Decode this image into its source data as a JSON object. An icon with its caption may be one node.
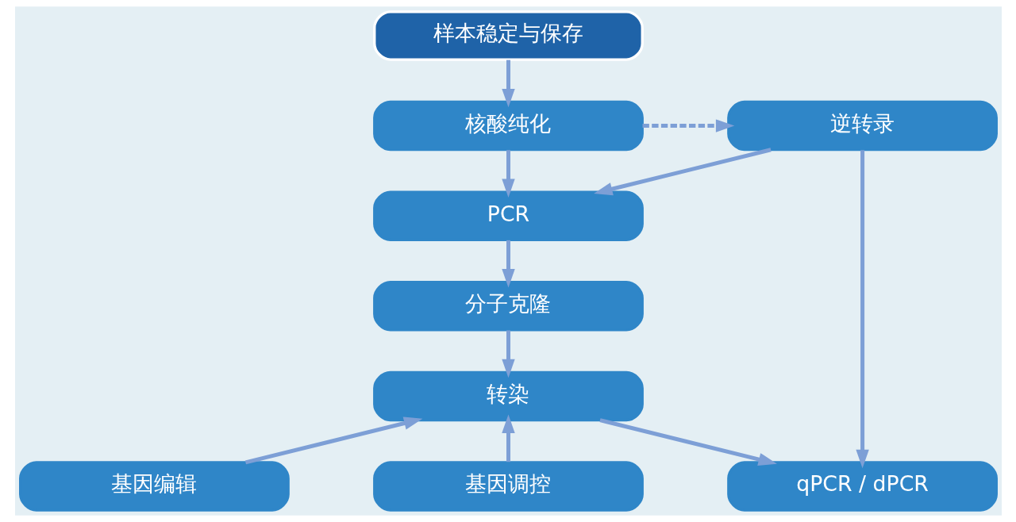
{
  "diagram": {
    "nodes": [
      {
        "text": [
          "样本稳定与保存"
        ]
      },
      {
        "text": [
          "核酸纯化"
        ]
      },
      {
        "text": [
          "逆转录"
        ]
      },
      {
        "text": [
          "PCR"
        ]
      },
      {
        "text": [
          "qPCR / dPCR"
        ]
      },
      {
        "text": [
          "分子克隆"
        ]
      },
      {
        "text": [
          "转染"
        ]
      },
      {
        "text": [
          "基因编辑"
        ]
      },
      {
        "text": [
          "基因调控"
        ]
      }
    ],
    "edges": [
      {
        "from": 0,
        "to": 1,
        "arrow": "to"
      },
      {
        "from": 1,
        "to": 2,
        "arrow": "to",
        "style": "dashed"
      },
      {
        "from": 1,
        "to": 3,
        "arrow": "to"
      },
      {
        "from": 2,
        "to": 3,
        "arrow": "to"
      },
      {
        "from": 2,
        "to": 4,
        "arrow": "to"
      },
      {
        "from": 3,
        "to": 5,
        "arrow": "to"
      },
      {
        "from": 5,
        "to": 6,
        "arrow": "to"
      },
      {
        "from": 6,
        "to": 4,
        "arrow": "to"
      },
      {
        "from": 7,
        "to": 6,
        "arrow": "to"
      },
      {
        "from": 8,
        "to": 6,
        "arrow": "to"
      }
    ]
  }
}
